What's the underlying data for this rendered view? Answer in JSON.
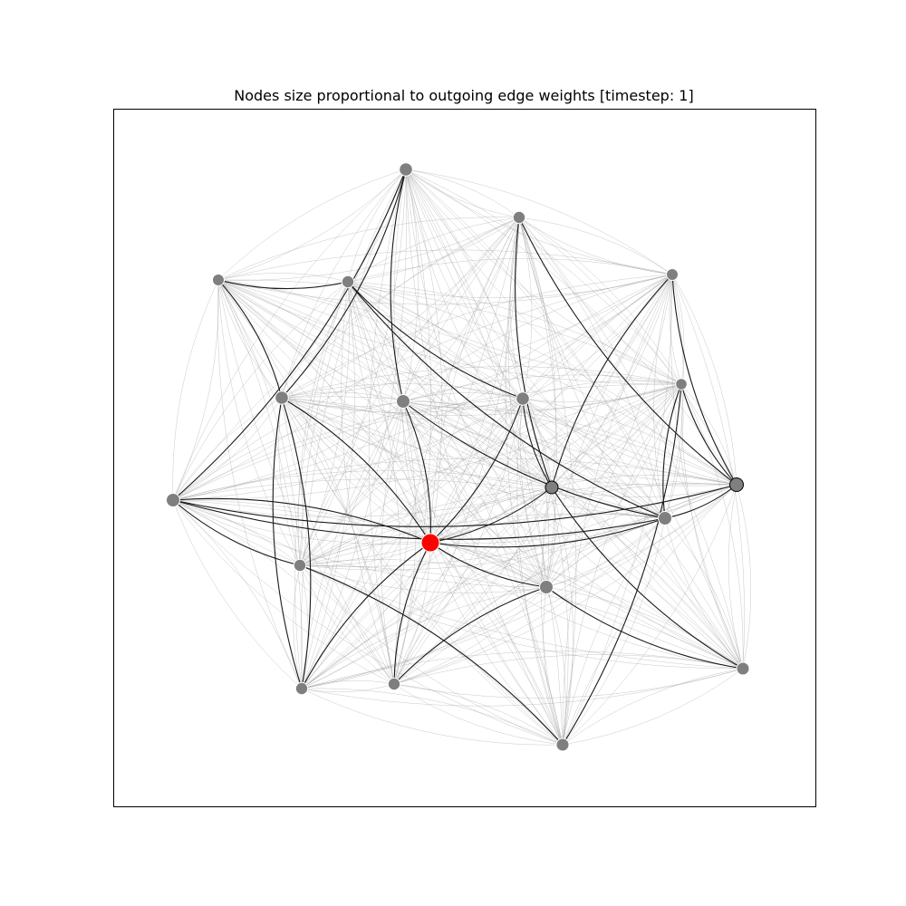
{
  "figure": {
    "title": "Nodes size proportional to outgoing edge weights [timestep: 1]"
  },
  "colors": {
    "node_default": "#7f7f7f",
    "node_highlight": "#ff0000",
    "edge_strong": "#1a1a1a",
    "edge_light": "#9a9a9a"
  },
  "graph": {
    "nodes": [
      {
        "id": "n0",
        "size": 1.0,
        "highlight": true,
        "outlined": false
      },
      {
        "id": "n1",
        "size": 0.55,
        "highlight": false,
        "outlined": false
      },
      {
        "id": "n2",
        "size": 0.45,
        "highlight": false,
        "outlined": false
      },
      {
        "id": "n3",
        "size": 0.42,
        "highlight": false,
        "outlined": false
      },
      {
        "id": "n4",
        "size": 0.45,
        "highlight": false,
        "outlined": false
      },
      {
        "id": "n5",
        "size": 0.42,
        "highlight": false,
        "outlined": false
      },
      {
        "id": "n6",
        "size": 0.55,
        "highlight": false,
        "outlined": false
      },
      {
        "id": "n7",
        "size": 0.58,
        "highlight": false,
        "outlined": false
      },
      {
        "id": "n8",
        "size": 0.55,
        "highlight": false,
        "outlined": false
      },
      {
        "id": "n9",
        "size": 0.38,
        "highlight": false,
        "outlined": false
      },
      {
        "id": "n10",
        "size": 0.58,
        "highlight": false,
        "outlined": false
      },
      {
        "id": "n11",
        "size": 0.5,
        "highlight": false,
        "outlined": true
      },
      {
        "id": "n12",
        "size": 0.58,
        "highlight": false,
        "outlined": true
      },
      {
        "id": "n13",
        "size": 0.58,
        "highlight": false,
        "outlined": false
      },
      {
        "id": "n14",
        "size": 0.45,
        "highlight": false,
        "outlined": false
      },
      {
        "id": "n15",
        "size": 0.58,
        "highlight": false,
        "outlined": false
      },
      {
        "id": "n16",
        "size": 0.45,
        "highlight": false,
        "outlined": false
      },
      {
        "id": "n17",
        "size": 0.45,
        "highlight": false,
        "outlined": false
      },
      {
        "id": "n18",
        "size": 0.5,
        "highlight": false,
        "outlined": false
      },
      {
        "id": "n19",
        "size": 0.5,
        "highlight": false,
        "outlined": false
      }
    ],
    "strong_edges": [
      [
        "n0",
        "n6"
      ],
      [
        "n0",
        "n7"
      ],
      [
        "n0",
        "n8"
      ],
      [
        "n0",
        "n10"
      ],
      [
        "n0",
        "n11"
      ],
      [
        "n0",
        "n13"
      ],
      [
        "n0",
        "n15"
      ],
      [
        "n0",
        "n16"
      ],
      [
        "n0",
        "n17"
      ],
      [
        "n6",
        "n1"
      ],
      [
        "n6",
        "n3"
      ],
      [
        "n1",
        "n7"
      ],
      [
        "n3",
        "n4"
      ],
      [
        "n4",
        "n8"
      ],
      [
        "n4",
        "n13"
      ],
      [
        "n2",
        "n12"
      ],
      [
        "n2",
        "n11"
      ],
      [
        "n5",
        "n11"
      ],
      [
        "n5",
        "n12"
      ],
      [
        "n9",
        "n13"
      ],
      [
        "n9",
        "n12"
      ],
      [
        "n10",
        "n13"
      ],
      [
        "n10",
        "n14"
      ],
      [
        "n10",
        "n12"
      ],
      [
        "n15",
        "n18"
      ],
      [
        "n15",
        "n17"
      ],
      [
        "n7",
        "n13"
      ],
      [
        "n13",
        "n12"
      ],
      [
        "n11",
        "n18"
      ],
      [
        "n8",
        "n11"
      ],
      [
        "n19",
        "n14"
      ],
      [
        "n19",
        "n9"
      ],
      [
        "n6",
        "n16"
      ],
      [
        "n10",
        "n1"
      ],
      [
        "n16",
        "n6"
      ]
    ]
  }
}
